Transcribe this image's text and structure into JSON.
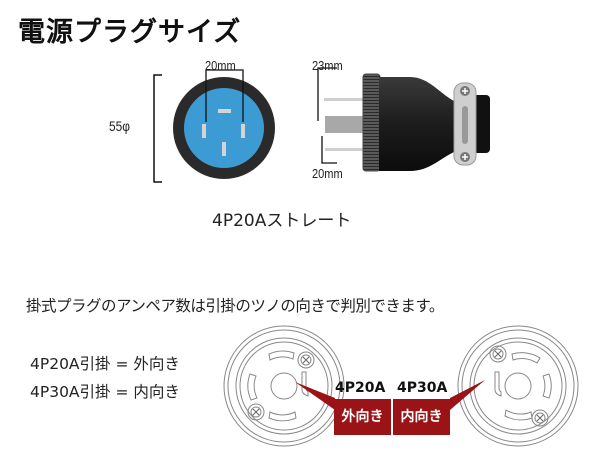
{
  "page": {
    "title": "電源プラグサイズ"
  },
  "front_view": {
    "diameter_label": "55φ",
    "pin_span_label": "20mm",
    "face_color": "#3d9bd4",
    "ring_color": "#2a2a2a",
    "pin_color": "#d4d4d4"
  },
  "side_view": {
    "top_dim_label": "23mm",
    "bottom_dim_label": "20mm",
    "body_color": "#1e1e1e",
    "clamp_color": "#cfcfcf"
  },
  "caption": "4P20Aストレート",
  "locking": {
    "note": "掛式プラグのアンペア数は引掛のツノの向きで判別できます。",
    "rules": [
      {
        "text": "4P20A引掛 = 外向き"
      },
      {
        "text": "4P30A引掛 = 内向き"
      }
    ],
    "badges": [
      {
        "model": "4P20A",
        "direction": "外向き"
      },
      {
        "model": "4P30A",
        "direction": "内向き"
      }
    ],
    "badge_color": "#9a1316"
  }
}
